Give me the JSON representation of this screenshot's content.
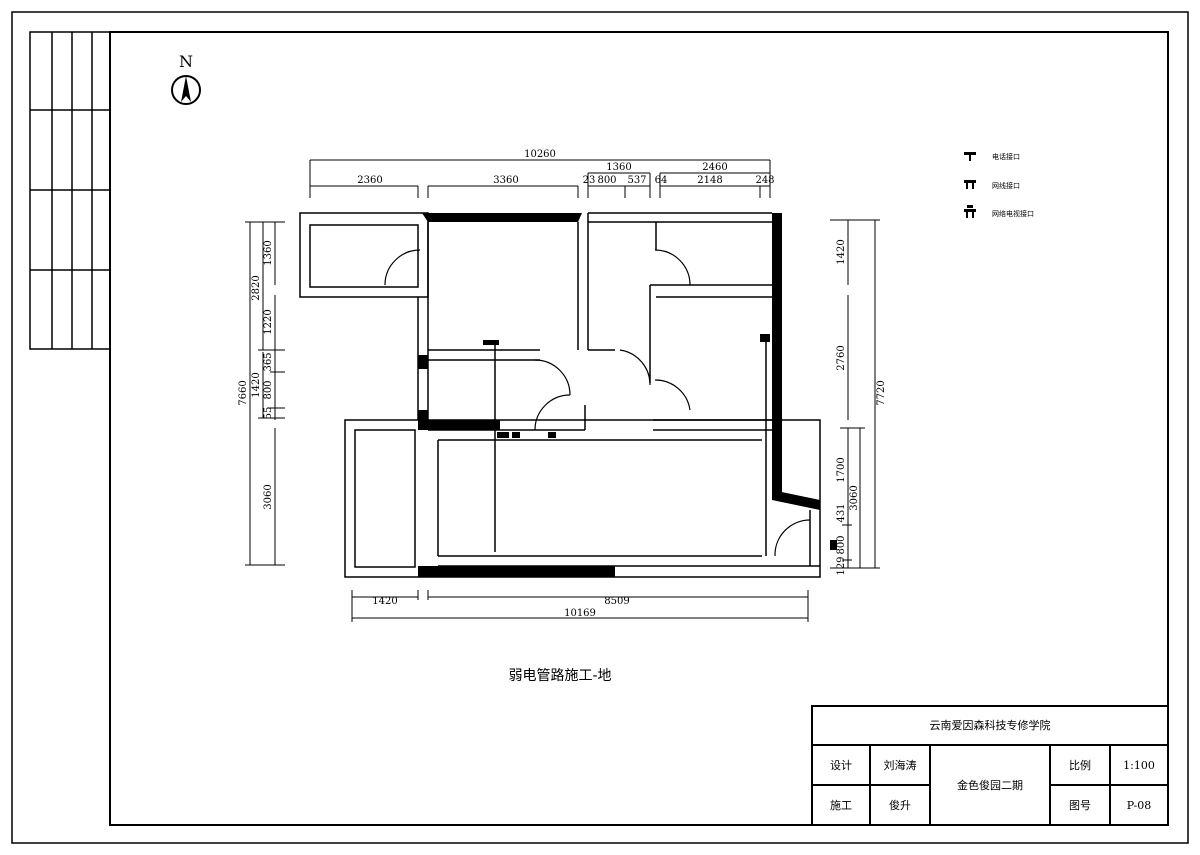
{
  "north_label": "N",
  "drawing_title": "弱电管路施工-地",
  "legend": [
    {
      "icon": "phone-outlet-icon",
      "label": "电话接口"
    },
    {
      "icon": "network-outlet-icon",
      "label": "网线接口"
    },
    {
      "icon": "network-tv-outlet-icon",
      "label": "网络电视接口"
    }
  ],
  "dimensions": {
    "top_total": "10260",
    "top_mid_1": "1360",
    "top_mid_2": "2460",
    "top": [
      "2360",
      "3360",
      "23",
      "800",
      "537",
      "64",
      "2148",
      "248"
    ],
    "bottom": [
      "1420",
      "8509"
    ],
    "bottom_total": "10169",
    "left_total": "7660",
    "left_mid": [
      "2820",
      "1420",
      "3060"
    ],
    "left": [
      "1360",
      "1220",
      "365",
      "800",
      "55",
      "3060"
    ],
    "right_total": "7720",
    "right_mid": [
      "3060"
    ],
    "right": [
      "1420",
      "2760",
      "1700",
      "431",
      "800",
      "129"
    ]
  },
  "title_block": {
    "school": "云南爱因森科技专修学院",
    "design_label": "设计",
    "designer": "刘海涛",
    "construction_label": "施工",
    "constructor": "俊升",
    "project": "金色俊园二期",
    "scale_label": "比例",
    "scale": "1:100",
    "drawing_no_label": "图号",
    "drawing_no": "P-08"
  }
}
